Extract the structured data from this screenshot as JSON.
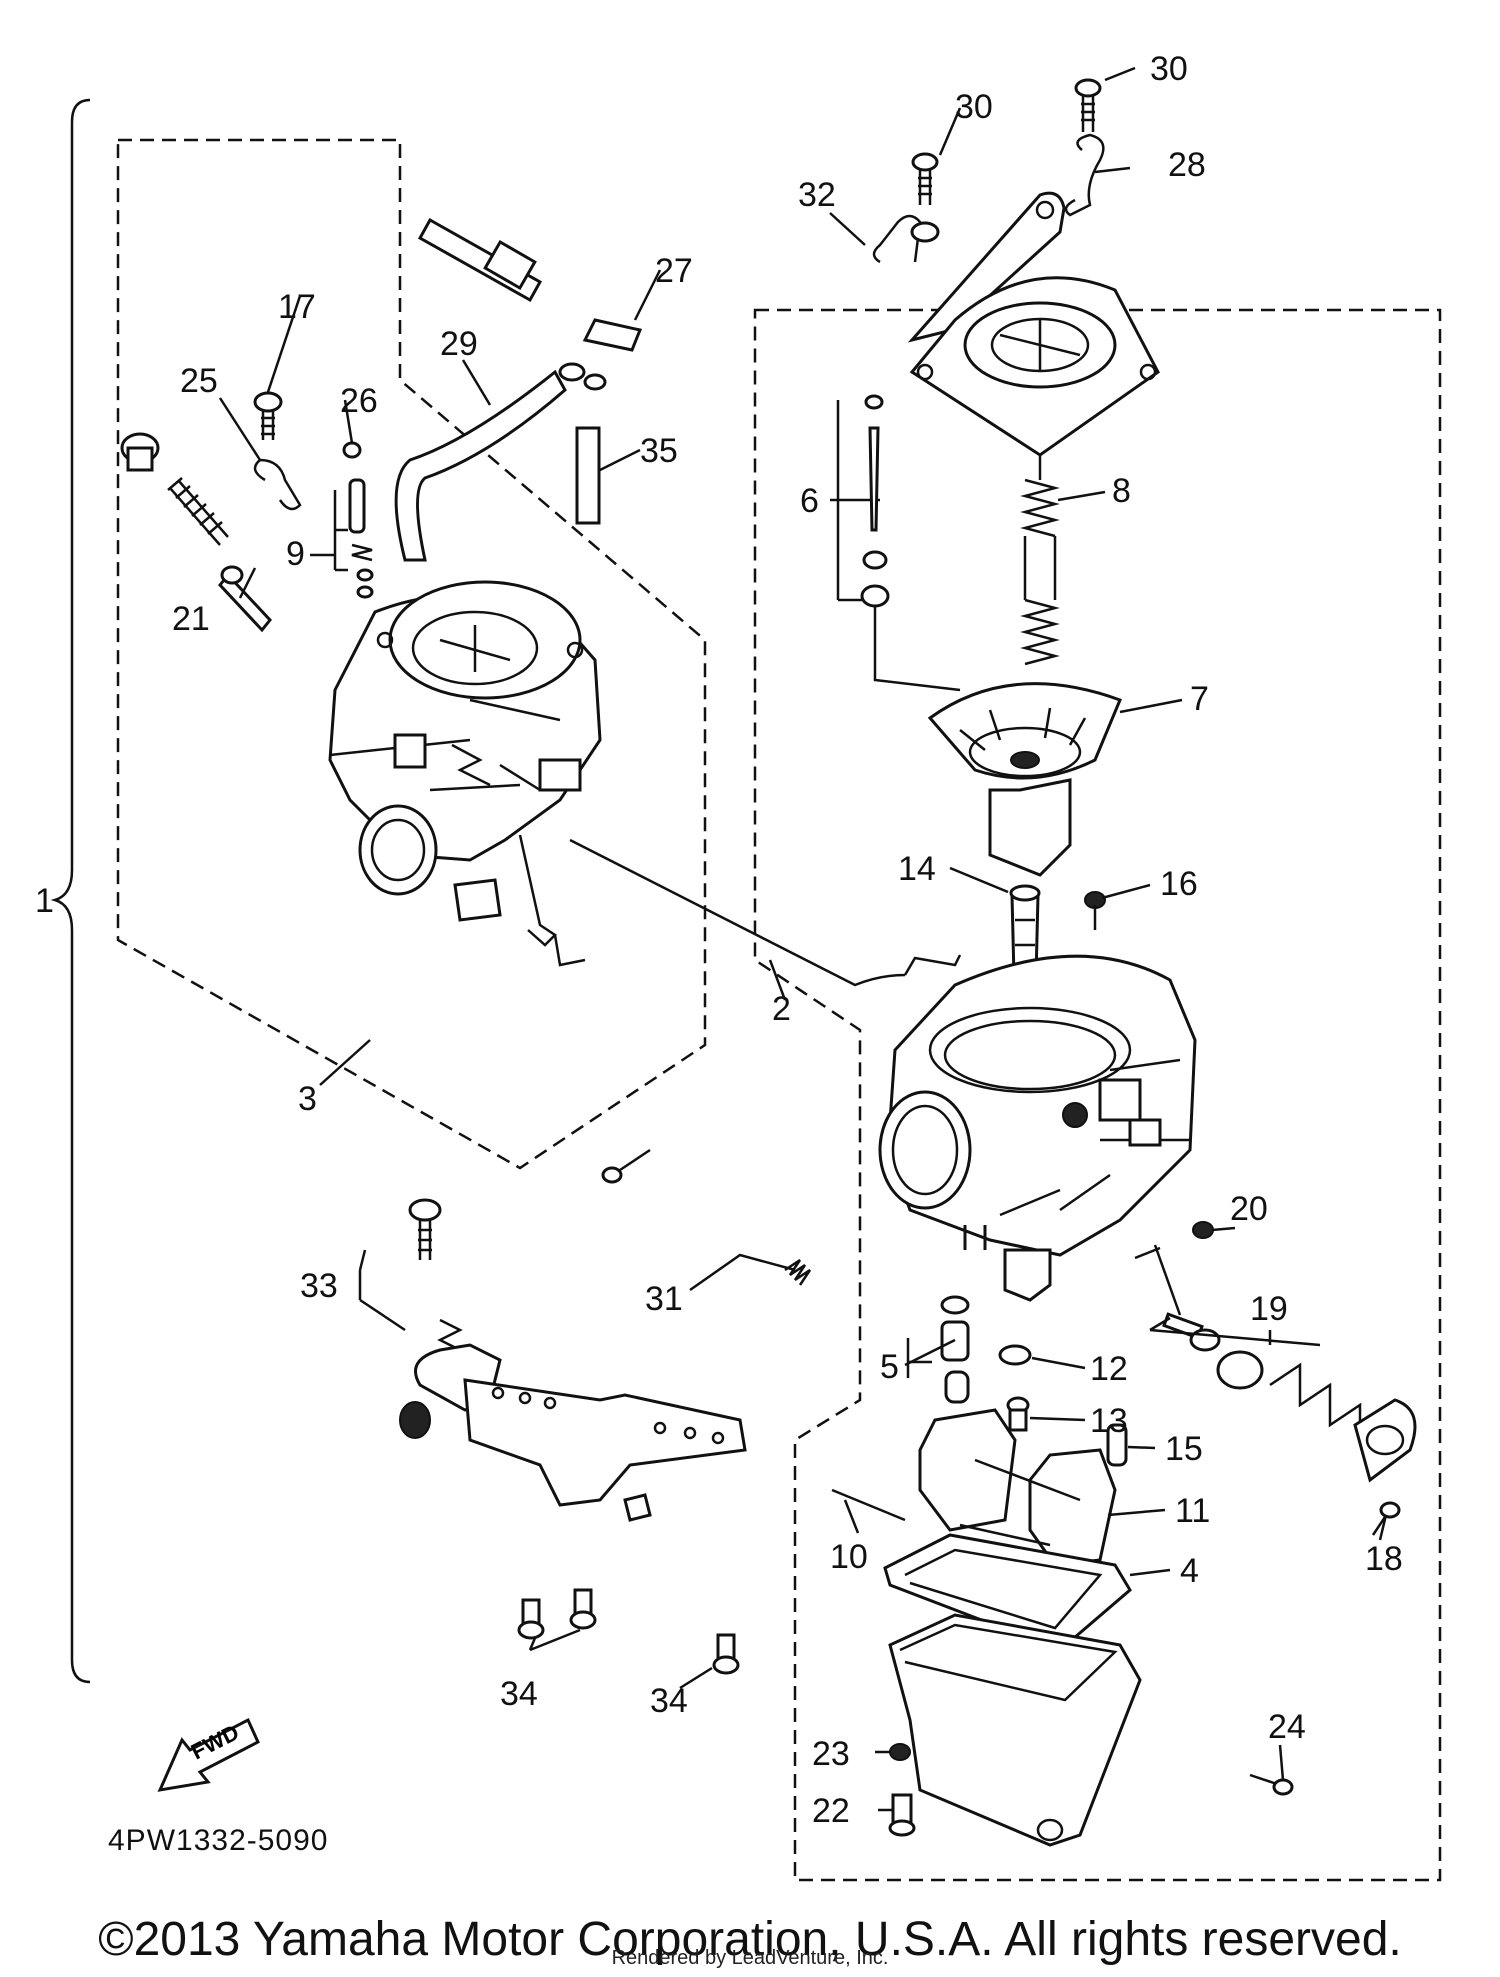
{
  "diagram": {
    "diagram_code": "4PW1332-5090",
    "direction_badge": "FWD",
    "callouts": [
      "1",
      "2",
      "3",
      "4",
      "5",
      "6",
      "7",
      "8",
      "9",
      "10",
      "11",
      "12",
      "13",
      "14",
      "15",
      "16",
      "17",
      "18",
      "19",
      "20",
      "21",
      "22",
      "23",
      "24",
      "25",
      "26",
      "27",
      "28",
      "29",
      "30",
      "30",
      "31",
      "32",
      "33",
      "34",
      "34",
      "35"
    ]
  },
  "footer": {
    "copyright": "©2013 Yamaha Motor Corporation, U.S.A. All rights reserved.",
    "rendered_by": "Rendered by LeadVenture, Inc."
  }
}
